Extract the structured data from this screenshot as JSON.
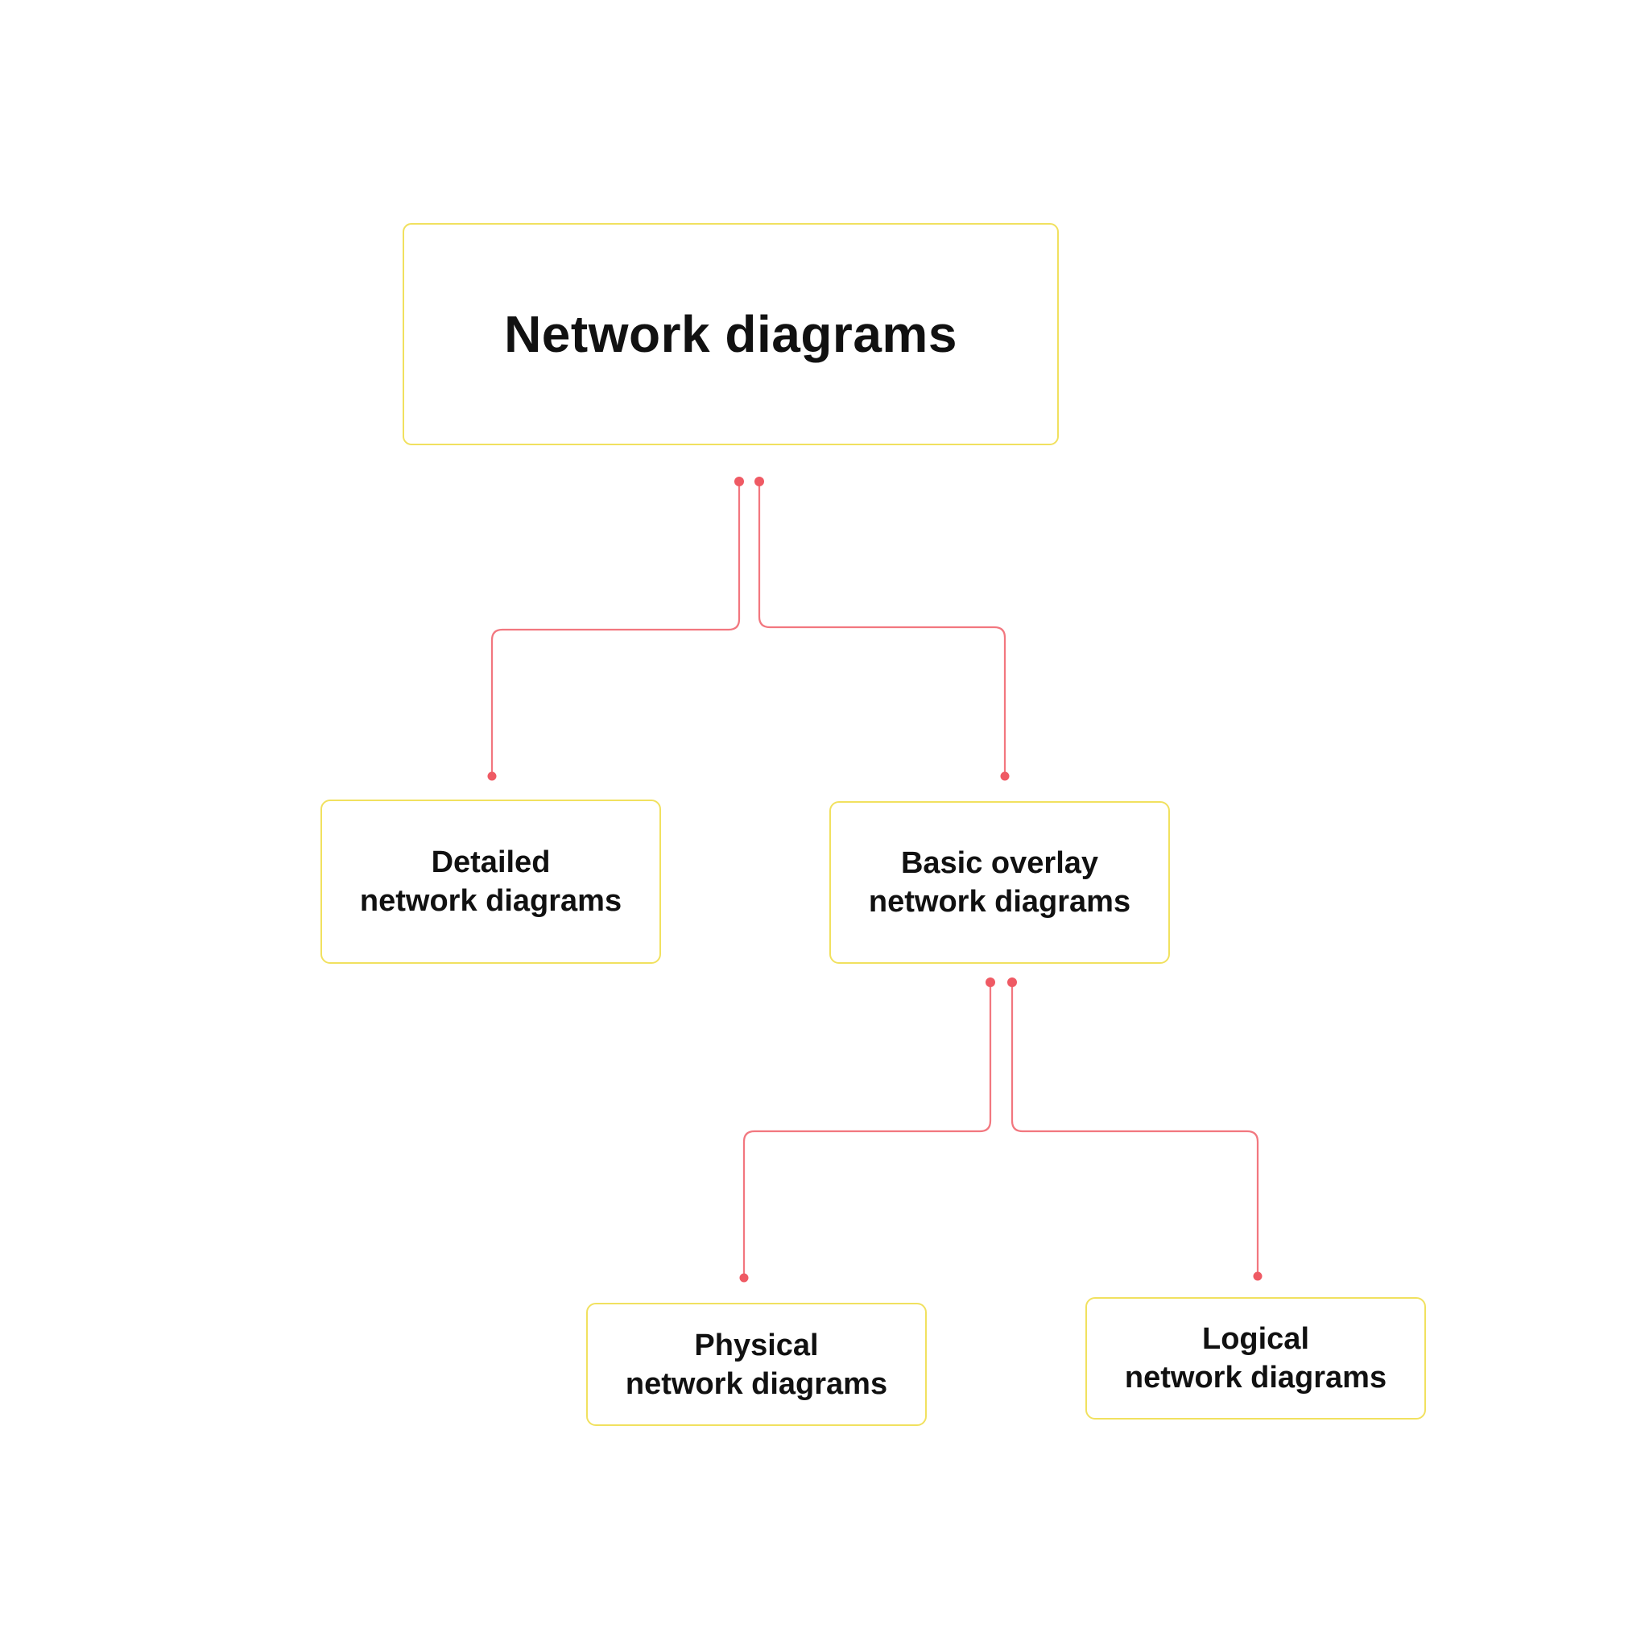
{
  "colors": {
    "canvas_bg": "#ffffff",
    "node_bg": "#ffffff",
    "node_border": "#f1e15f",
    "connector": "#f2777f",
    "connector_dot": "#ef5a64",
    "text": "#111111"
  },
  "diagram": {
    "type": "tree",
    "root": {
      "label": "Network diagrams"
    },
    "nodes": [
      {
        "id": "detailed",
        "line1": "Detailed",
        "line2": "network diagrams"
      },
      {
        "id": "basic",
        "line1": "Basic overlay",
        "line2": "network diagrams"
      },
      {
        "id": "physical",
        "line1": "Physical",
        "line2": "network diagrams"
      },
      {
        "id": "logical",
        "line1": "Logical",
        "line2": "network diagrams"
      }
    ],
    "edges": [
      {
        "from": "root",
        "to": "detailed"
      },
      {
        "from": "root",
        "to": "basic"
      },
      {
        "from": "basic",
        "to": "physical"
      },
      {
        "from": "basic",
        "to": "logical"
      }
    ]
  }
}
